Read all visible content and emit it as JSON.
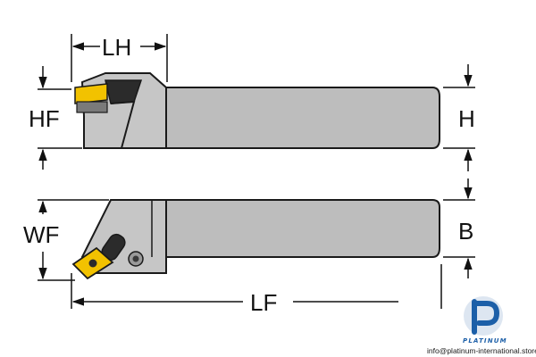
{
  "dimensions": {
    "lh": "LH",
    "hf": "HF",
    "h": "H",
    "wf": "WF",
    "b": "B",
    "lf": "LF"
  },
  "watermark": {
    "brand": "PLATINUM",
    "contact": "info@platinum-international.store"
  },
  "colors": {
    "tool_body": "#bdbdbd",
    "insert": "#f2c200",
    "outline": "#1a1a1a",
    "brand": "#1c5fa8"
  }
}
